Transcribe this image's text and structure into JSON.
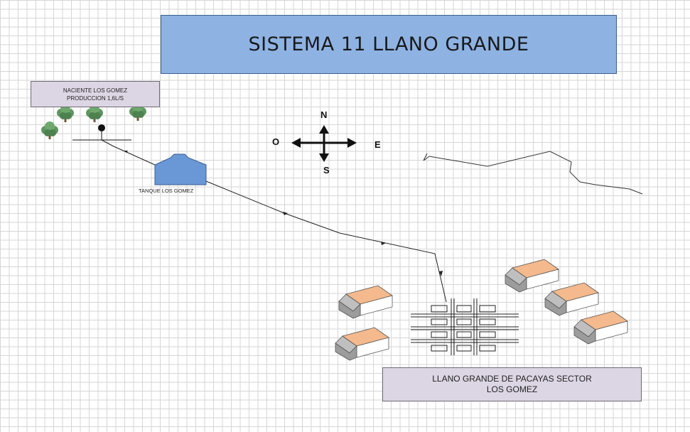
{
  "title": "SISTEMA 11 LLANO GRANDE",
  "source": {
    "line1": "NACIENTE LOS GOMEZ",
    "line2": "PRODUCCION 1,6L/S"
  },
  "tank": {
    "label": "TANQUE LOS GOMEZ"
  },
  "destination": {
    "line1": "LLANO GRANDE DE PACAYAS SECTOR",
    "line2": "LOS GOMEZ"
  },
  "compass": {
    "north": "N",
    "south": "S",
    "east": "E",
    "west": "O"
  },
  "colors": {
    "title_fill": "#8eb3e3",
    "label_fill": "#dcd6e4",
    "tank_fill": "#6a98d6",
    "roof": "#f4b98c",
    "tree": "#5f9560"
  },
  "icons": [
    "tree-icon",
    "water-source-icon",
    "tank-icon",
    "house-icon",
    "street-grid-icon",
    "compass-icon"
  ]
}
